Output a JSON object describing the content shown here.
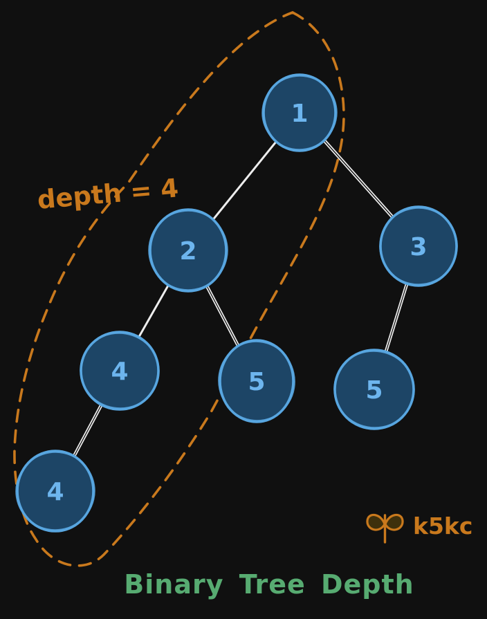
{
  "title": "Binary Tree Depth",
  "annotation": {
    "text": "depth = 4"
  },
  "watermark": {
    "icon": "butterfly-bowtie-icon",
    "text": "k5kc"
  },
  "colors": {
    "background": "#101010",
    "node_fill": "#1d4566",
    "node_stroke": "#58a6e0",
    "node_label": "#6db5ee",
    "edge": "#ededed",
    "accent_orange": "#c9791d",
    "logo_fill": "#3e300c",
    "title_green": "#57ab71"
  },
  "tree": {
    "depth_value": "4",
    "nodes": [
      {
        "id": "root",
        "label": "1"
      },
      {
        "id": "left",
        "label": "2"
      },
      {
        "id": "right",
        "label": "3"
      },
      {
        "id": "left-left",
        "label": "4"
      },
      {
        "id": "left-right",
        "label": "5"
      },
      {
        "id": "right-right",
        "label": "5"
      },
      {
        "id": "left-left-left",
        "label": "4"
      }
    ],
    "edges": [
      {
        "from": "1",
        "to": "2"
      },
      {
        "from": "1",
        "to": "3"
      },
      {
        "from": "2",
        "to": "4"
      },
      {
        "from": "2",
        "to": "5"
      },
      {
        "from": "3",
        "to": "5"
      },
      {
        "from": "4",
        "to": "4"
      }
    ]
  }
}
